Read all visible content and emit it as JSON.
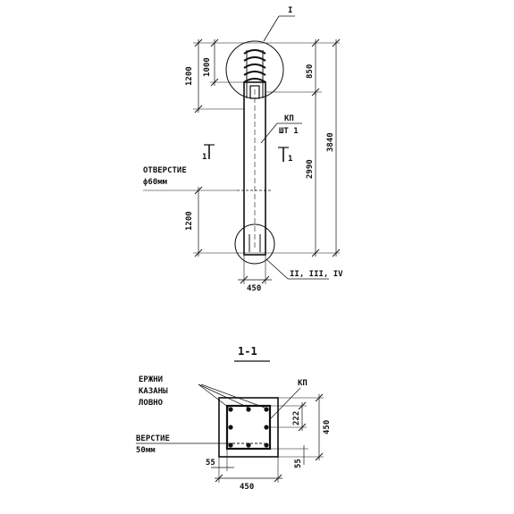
{
  "pile": {
    "callout_top": "I",
    "callout_bottom": "II, III, IV",
    "dim_1200_top": "1200",
    "dim_1000": "1000",
    "dim_850": "850",
    "dim_3840": "3840",
    "dim_2990": "2990",
    "dim_1200_bottom": "1200",
    "dim_width": "450",
    "mark_kp": "КП",
    "mark_sht": "ШТ 1",
    "section_mark_left": "1",
    "section_mark_right": "1",
    "hole_label_line1": "ОТВЕРСТИЕ",
    "hole_label_line2": "ф60мм"
  },
  "section": {
    "title": "1-1",
    "rod_label_line1": "ЕРЖНИ",
    "rod_label_line2": "КАЗАНЫ",
    "rod_label_line3": "ЛОВНО",
    "kp_label": "КП",
    "hole_label_line1": "ВЕРСТИЕ",
    "hole_label_line2": "50мм",
    "dim_222": "222",
    "dim_450_height": "450",
    "dim_55_left": "55",
    "dim_55_right": "55",
    "dim_450_width": "450"
  }
}
